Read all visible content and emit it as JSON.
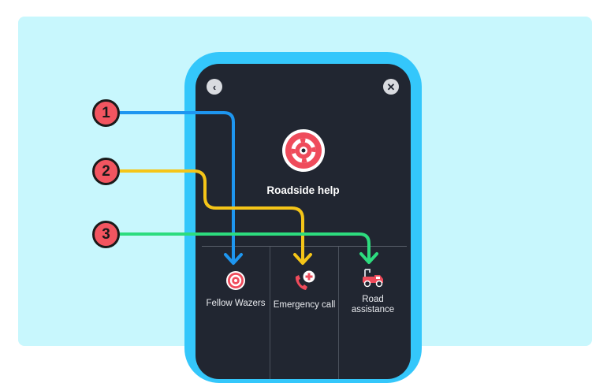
{
  "screen": {
    "title": "Roadside help",
    "back_icon": "chevron-left-icon",
    "close_icon": "close-icon",
    "hero_icon": "lifebuoy-icon"
  },
  "options": [
    {
      "label": "Fellow Wazers",
      "icon": "lifebuoy-icon"
    },
    {
      "label": "Emergency call",
      "icon": "phone-medical-icon"
    },
    {
      "label": "Road assistance",
      "icon": "tow-truck-icon"
    }
  ],
  "callouts": [
    {
      "number": "1",
      "color": "#1e96f0"
    },
    {
      "number": "2",
      "color": "#f5c518"
    },
    {
      "number": "3",
      "color": "#2ddc7e"
    }
  ]
}
